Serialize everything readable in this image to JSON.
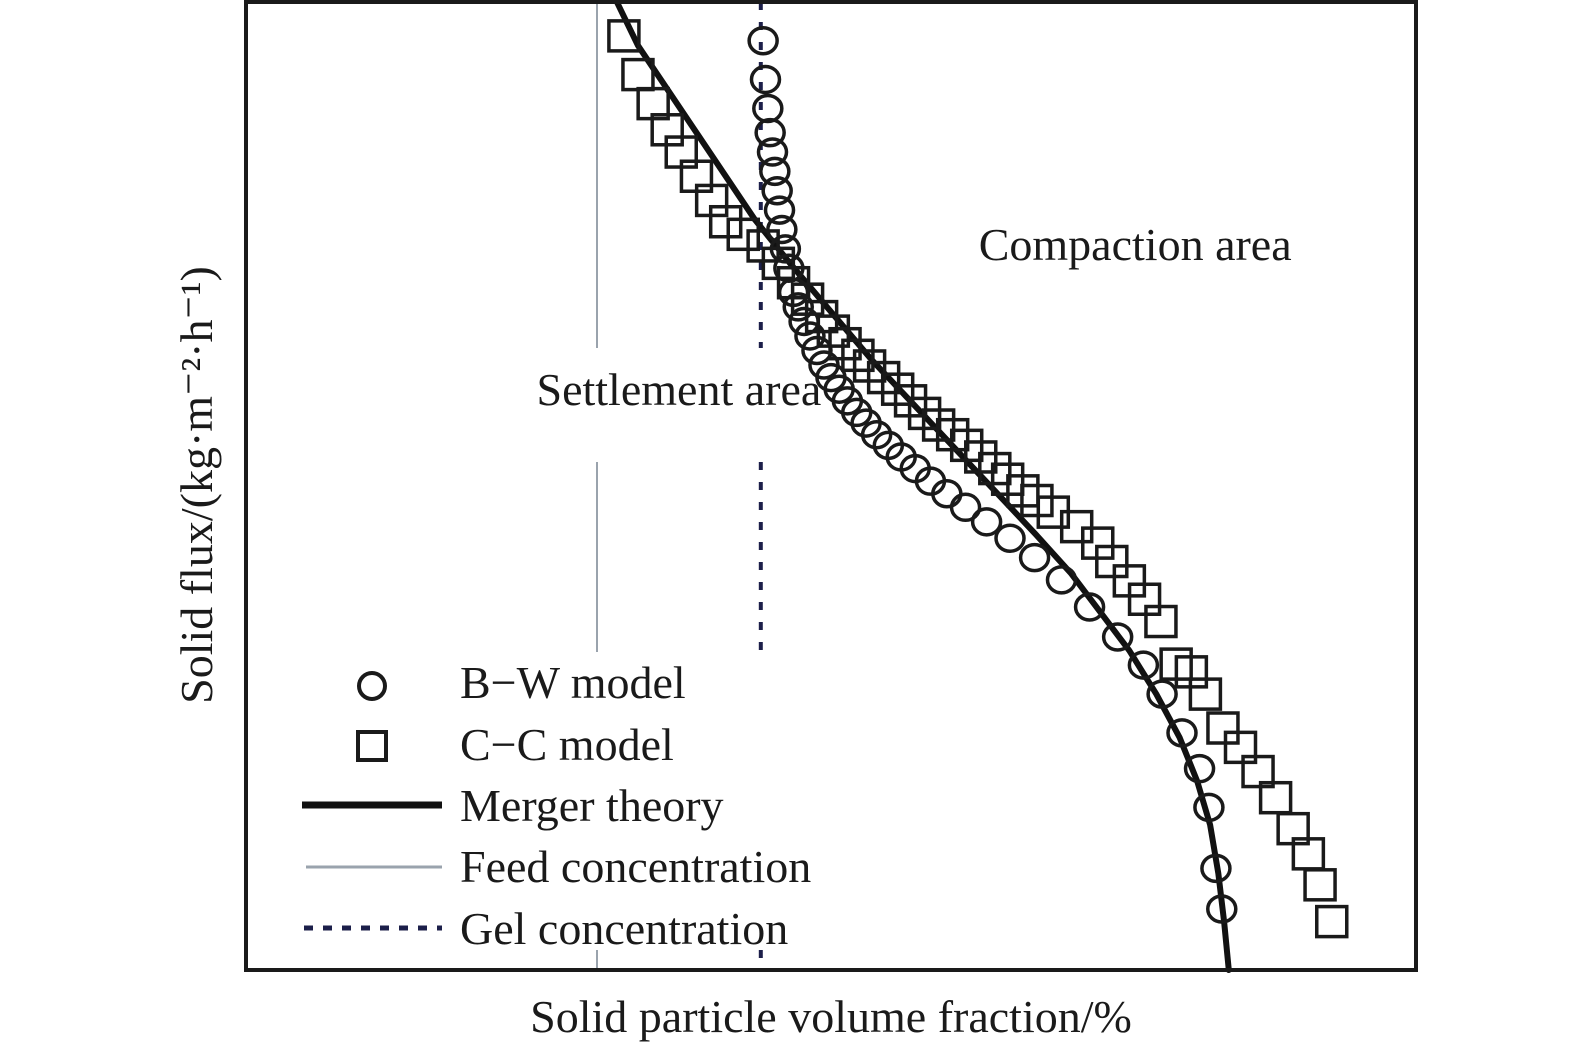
{
  "chart_data": {
    "type": "scatter",
    "title": "",
    "xlabel": "Solid particle volume fraction/%",
    "ylabel": "Solid flux/(kg·m⁻²·h⁻¹)",
    "xlim": [
      0,
      100
    ],
    "ylim": [
      0,
      100
    ],
    "ticks_shown": false,
    "grid": false,
    "legend_position": "bottom-left",
    "colors": {
      "axes": "#1a1a1a",
      "markers": "#1a1a1a",
      "merger": "#111111",
      "feed": "#9aa3ad",
      "gel": "#1c1f4a"
    },
    "annotations": [
      {
        "text": "Compaction area",
        "x": 76,
        "y": 75
      },
      {
        "text": "Settlement area",
        "x": 37,
        "y": 60
      }
    ],
    "vlines": [
      {
        "name": "Feed concentration",
        "x": 30
      },
      {
        "name": "Gel concentration",
        "x": 44
      }
    ],
    "series": [
      {
        "name": "B−W model",
        "marker": "circle",
        "x": [
          44.2,
          44.4,
          44.6,
          44.8,
          45.0,
          45.2,
          45.4,
          45.6,
          45.8,
          46.1,
          46.4,
          46.8,
          47.2,
          47.7,
          48.2,
          48.8,
          49.4,
          50.0,
          50.7,
          51.4,
          52.2,
          53.0,
          53.9,
          54.9,
          56.0,
          57.2,
          58.5,
          59.9,
          61.5,
          63.3,
          65.3,
          67.4,
          69.7,
          72.1,
          74.5,
          76.7,
          78.3,
          80.0,
          81.5,
          82.3,
          82.9,
          83.4
        ],
        "y": [
          96.0,
          92.0,
          89.0,
          86.5,
          84.5,
          82.5,
          80.5,
          78.5,
          76.5,
          74.5,
          72.5,
          70.0,
          68.5,
          67.0,
          65.5,
          64.0,
          62.5,
          61.2,
          60.0,
          58.8,
          57.6,
          56.5,
          55.3,
          54.2,
          53.0,
          51.8,
          50.5,
          49.2,
          47.8,
          46.3,
          44.6,
          42.6,
          40.3,
          37.5,
          34.4,
          31.5,
          28.5,
          24.5,
          20.8,
          16.8,
          10.5,
          6.3
        ]
      },
      {
        "name": "C−C model",
        "marker": "square",
        "x": [
          32.3,
          33.5,
          34.8,
          36.0,
          37.2,
          38.5,
          39.8,
          41.0,
          42.5,
          44.2,
          45.5,
          46.8,
          48.0,
          49.2,
          50.2,
          51.2,
          52.3,
          53.3,
          54.5,
          55.7,
          56.8,
          58.0,
          59.2,
          60.4,
          61.6,
          62.8,
          64.0,
          65.1,
          66.4,
          67.6,
          69.0,
          71.0,
          72.8,
          74.0,
          75.5,
          76.8,
          78.2,
          79.5,
          80.8,
          82.0,
          83.5,
          85.0,
          86.5,
          88.0,
          89.5,
          90.8,
          91.8,
          92.8
        ],
        "y": [
          96.5,
          92.5,
          89.5,
          86.8,
          84.5,
          82.0,
          79.5,
          77.3,
          76.0,
          74.8,
          73.0,
          71.0,
          69.3,
          67.5,
          66.0,
          64.7,
          63.5,
          62.4,
          61.2,
          60.0,
          58.8,
          57.5,
          56.3,
          55.3,
          54.2,
          53.0,
          51.8,
          50.7,
          49.5,
          48.5,
          47.3,
          45.8,
          44.1,
          42.2,
          40.2,
          38.3,
          36.0,
          31.6,
          30.8,
          28.5,
          25.0,
          23.0,
          20.5,
          17.8,
          14.6,
          12.0,
          8.8,
          5.0
        ]
      },
      {
        "name": "Merger theory",
        "marker": "line",
        "x": [
          31.7,
          33.5,
          36.0,
          38.5,
          41.0,
          43.5,
          46.5,
          50.0,
          53.5,
          57.0,
          60.5,
          64.0,
          67.5,
          70.5,
          73.0,
          75.5,
          77.8,
          79.8,
          81.3,
          82.4,
          83.1,
          83.6,
          84.0
        ],
        "y": [
          100.0,
          95.5,
          91.0,
          86.5,
          82.0,
          77.5,
          73.0,
          68.0,
          63.0,
          58.5,
          54.0,
          49.5,
          45.0,
          41.0,
          37.0,
          33.0,
          28.5,
          24.0,
          19.5,
          15.0,
          10.0,
          5.0,
          0.0
        ]
      }
    ]
  },
  "legend": {
    "bw": "B−W model",
    "cc": "C−C model",
    "merger": "Merger theory",
    "feed": "Feed concentration",
    "gel": "Gel concentration"
  }
}
